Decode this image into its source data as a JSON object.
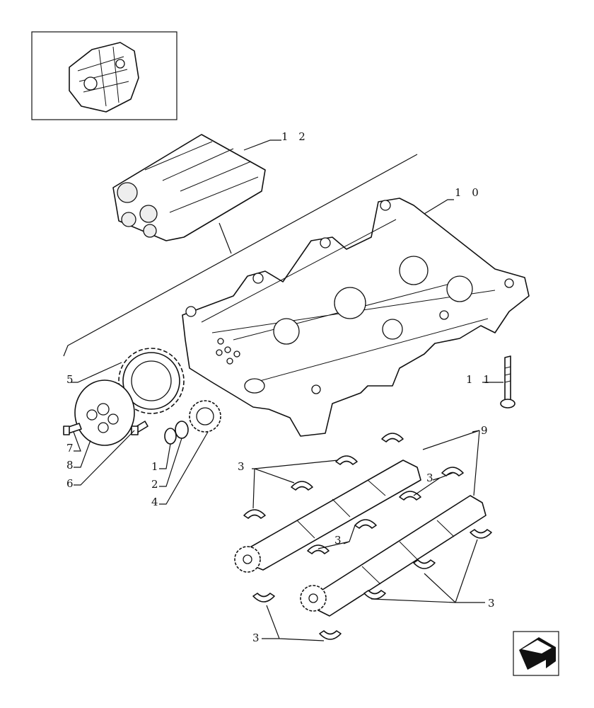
{
  "callouts": {
    "c1": "1",
    "c2": "2",
    "c3a": "3",
    "c3b": "3",
    "c3c": "3",
    "c3d": "3",
    "c3e": "3",
    "c4": "4",
    "c5": "5",
    "c6": "6",
    "c7": "7",
    "c8": "8",
    "c9": "9",
    "c10": "1 0",
    "c11": "1 1",
    "c12": "1 2"
  },
  "icons": {
    "engine_thumbnail": "engine-icon",
    "nav_arrow": "back-arrow-icon"
  }
}
